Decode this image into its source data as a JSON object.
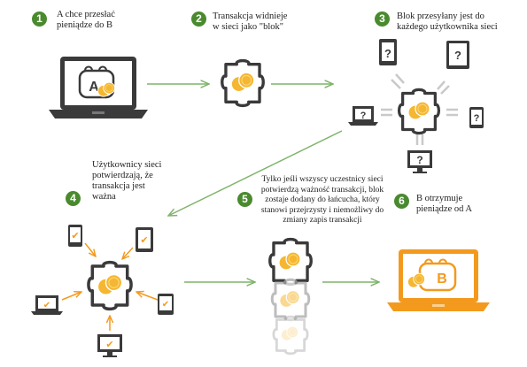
{
  "steps": [
    {
      "number": "1",
      "lines": [
        "A chce przesłać",
        "pieniądze do B"
      ]
    },
    {
      "number": "2",
      "lines": [
        "Transakcja widnieje",
        "w sieci jako \"blok\""
      ]
    },
    {
      "number": "3",
      "lines": [
        "Blok przesyłany jest do",
        "każdego użytkownika sieci"
      ]
    },
    {
      "number": "4",
      "lines": [
        "Użytkownicy sieci",
        "potwierdzają, że",
        "transakcja jest",
        "ważna"
      ]
    },
    {
      "number": "5",
      "lines": [
        "Tylko jeśli wszyscy uczestnicy sieci",
        "potwierdzą ważność transakcji, blok",
        "zostaje dodany do łańcucha, który",
        "stanowi przejrzysty i niemożliwy do",
        "zmiany zapis transakcji"
      ]
    },
    {
      "number": "6",
      "lines": [
        "B otrzymuje",
        "pieniądze od A"
      ]
    }
  ],
  "labels": {
    "wallet_a": "A",
    "wallet_b": "B",
    "question_mark": "?",
    "check_mark": "✔"
  },
  "colors": {
    "green": "#4a8a2f",
    "orange": "#f39a1e",
    "coin": "#f5b731",
    "dark": "#3a3a3a",
    "grey": "#9e9e9e"
  }
}
